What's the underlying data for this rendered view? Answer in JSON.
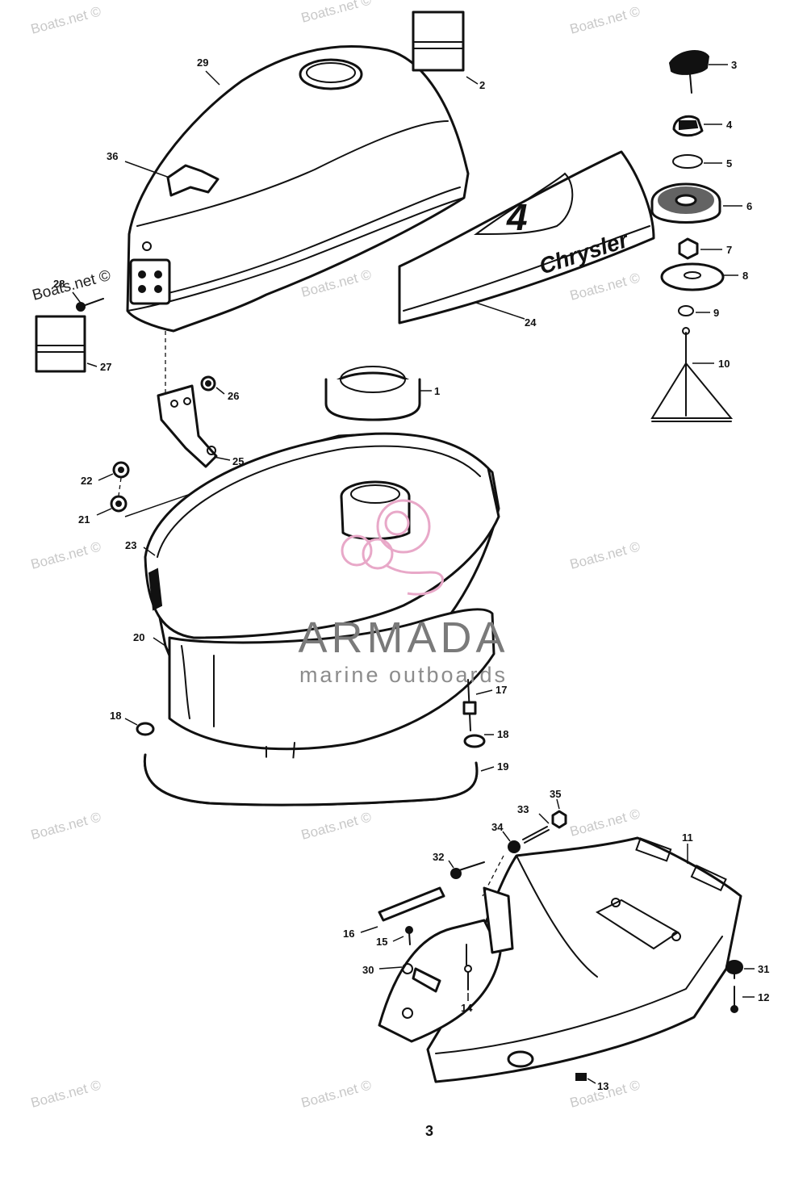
{
  "diagram": {
    "decal_number": "4",
    "decal_brand": "Chrysler",
    "page_number": "3",
    "callouts": [
      {
        "id": "29",
        "label": "29"
      },
      {
        "id": "2",
        "label": "2"
      },
      {
        "id": "3",
        "label": "3"
      },
      {
        "id": "4",
        "label": "4"
      },
      {
        "id": "5",
        "label": "5"
      },
      {
        "id": "6",
        "label": "6"
      },
      {
        "id": "7",
        "label": "7"
      },
      {
        "id": "8",
        "label": "8"
      },
      {
        "id": "9",
        "label": "9"
      },
      {
        "id": "10",
        "label": "10"
      },
      {
        "id": "36",
        "label": "36"
      },
      {
        "id": "28",
        "label": "28"
      },
      {
        "id": "27",
        "label": "27"
      },
      {
        "id": "24",
        "label": "24"
      },
      {
        "id": "1",
        "label": "1"
      },
      {
        "id": "26",
        "label": "26"
      },
      {
        "id": "25",
        "label": "25"
      },
      {
        "id": "22",
        "label": "22"
      },
      {
        "id": "21",
        "label": "21"
      },
      {
        "id": "23",
        "label": "23"
      },
      {
        "id": "20",
        "label": "20"
      },
      {
        "id": "17",
        "label": "17"
      },
      {
        "id": "18a",
        "label": "18"
      },
      {
        "id": "18b",
        "label": "18"
      },
      {
        "id": "19",
        "label": "19"
      },
      {
        "id": "33",
        "label": "33"
      },
      {
        "id": "35",
        "label": "35"
      },
      {
        "id": "34",
        "label": "34"
      },
      {
        "id": "11",
        "label": "11"
      },
      {
        "id": "32",
        "label": "32"
      },
      {
        "id": "16",
        "label": "16"
      },
      {
        "id": "15",
        "label": "15"
      },
      {
        "id": "30",
        "label": "30"
      },
      {
        "id": "14",
        "label": "14"
      },
      {
        "id": "31",
        "label": "31"
      },
      {
        "id": "12",
        "label": "12"
      },
      {
        "id": "13",
        "label": "13"
      }
    ]
  },
  "watermark": {
    "site": "Boats.net ©",
    "brand": "ARMADA",
    "tagline": "marine outboards",
    "brand_color": "#e8a8c8"
  }
}
